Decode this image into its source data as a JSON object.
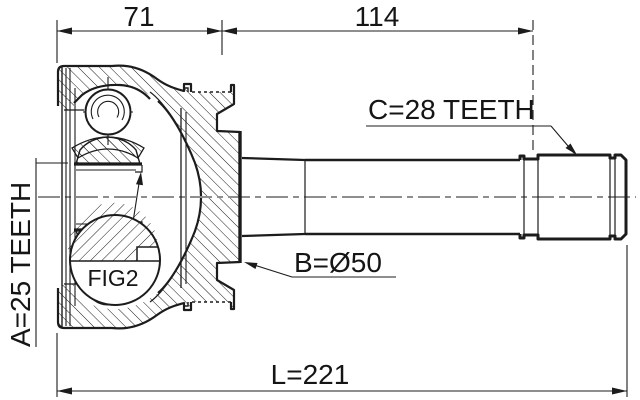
{
  "figure": {
    "type": "technical-section-drawing",
    "subject": "cv-joint-outer-assembly",
    "background": "#ffffff",
    "line_color": "#1c1c1c"
  },
  "dimensions": {
    "top_left": "71",
    "top_right": "114",
    "overall_length": "L=221",
    "diameter_b": "B=Ø50",
    "teeth_outer": "C=28 TEETH",
    "teeth_inner": "A=25 TEETH"
  },
  "detail": {
    "label": "FIG2"
  }
}
